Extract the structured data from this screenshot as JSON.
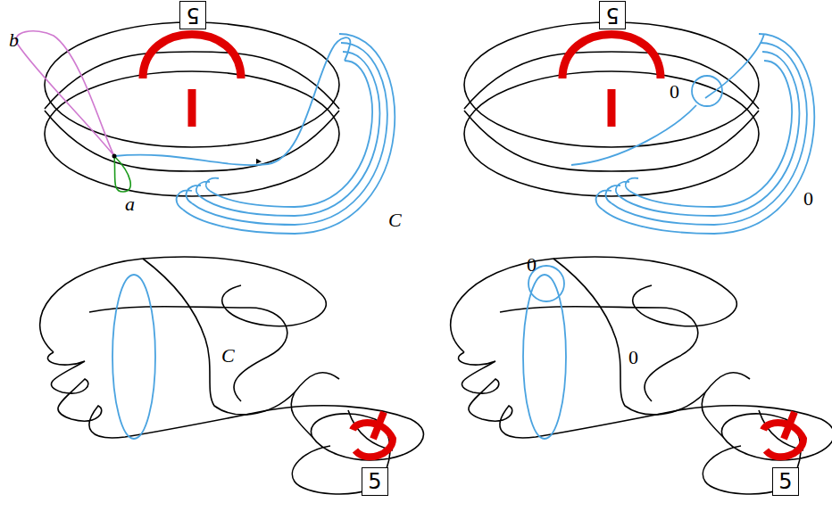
{
  "diagram": {
    "nodes": [
      {
        "text": [
          "5"
        ]
      },
      {
        "text": [
          "5"
        ]
      },
      {
        "text": [
          "5"
        ]
      },
      {
        "text": [
          "5"
        ]
      }
    ],
    "labels": [
      "b",
      "a",
      "C",
      "0",
      "0",
      "C",
      "0",
      "0"
    ]
  }
}
